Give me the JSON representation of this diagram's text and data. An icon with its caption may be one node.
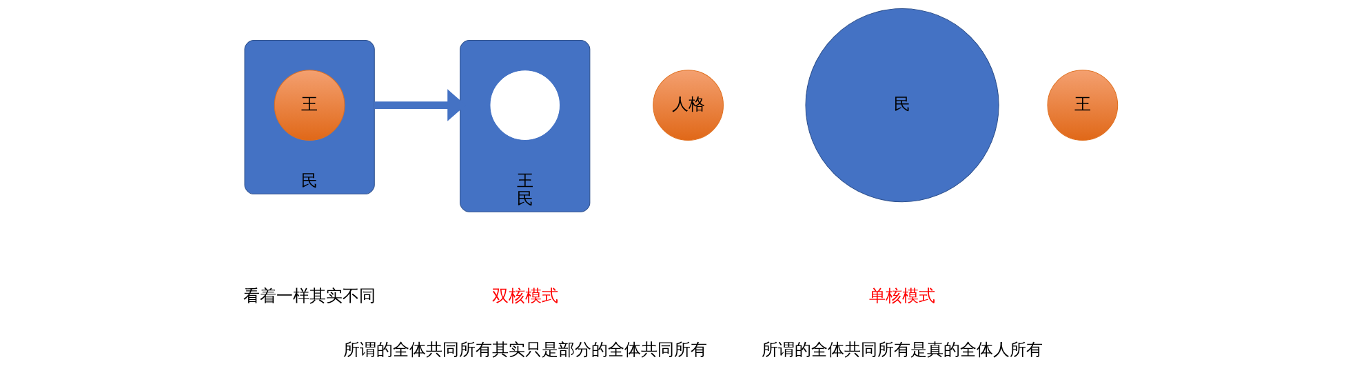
{
  "diagram": {
    "nodes": [
      {
        "text": [
          "民"
        ]
      },
      {
        "text": [
          "王"
        ],
        "in": 0
      },
      {
        "text": [
          "王",
          "民"
        ]
      },
      {
        "text": [],
        "shape": "circle",
        "in": 2
      },
      {
        "text": [
          "人格"
        ]
      },
      {
        "text": [
          "民"
        ]
      },
      {
        "text": [
          "王"
        ]
      }
    ],
    "edges": [
      {
        "from": 0,
        "to": 2,
        "arrow": "to"
      }
    ],
    "labels": [
      "看着一样其实不同",
      "双核模式",
      "所谓的全体共同所有其实只是部分的全体共同所有",
      "单核模式",
      "所谓的全体共同所有是真的全体人所有"
    ]
  }
}
